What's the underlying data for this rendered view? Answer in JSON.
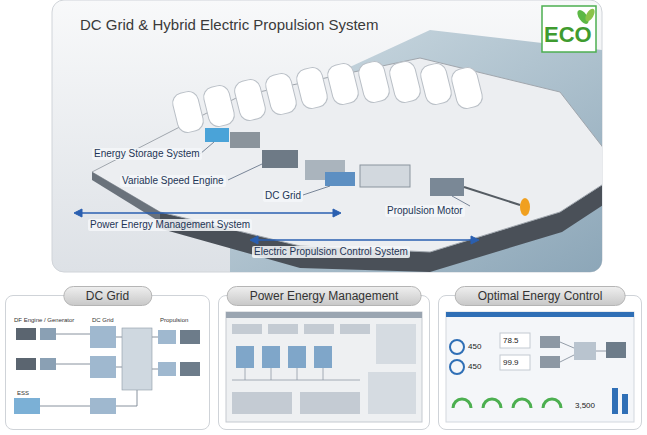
{
  "diagram": {
    "title": "DC Grid & Hybrid Electric Propulsion System",
    "nodes": [
      {
        "text": [
          "ECO"
        ]
      },
      {
        "text": [
          "DC Grid"
        ]
      },
      {
        "text": [
          "Power Energy Management"
        ]
      },
      {
        "text": [
          "Optimal Energy Control"
        ]
      }
    ],
    "labels": [
      "Energy Storage System",
      "Variable Speed Engine",
      "DC Grid",
      "Propulsion Motor",
      "Power Energy Management System",
      "Electric Propulsion Control System",
      "DF Engine / Generator",
      "DC Grid",
      "Propulsion",
      "ESS",
      "450",
      "450",
      "78.5",
      "99.9",
      "3,500"
    ]
  }
}
